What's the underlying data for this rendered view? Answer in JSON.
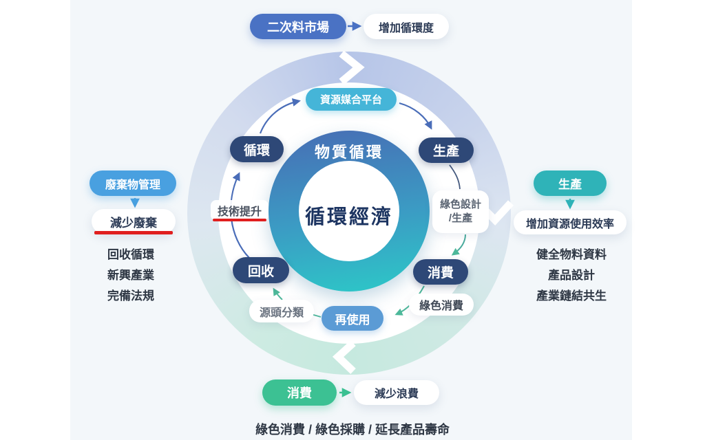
{
  "colors": {
    "background": "#f3f7fa",
    "indigo_pill": "#4a72c4",
    "skyblue_pill": "#49a0e0",
    "teal_pill": "#2fb3b8",
    "green_pill": "#3cc193",
    "cyan_pill": "#45b5d8",
    "navy_pill": "#2e4877",
    "blue_pill": "#5b9bd5",
    "core_text": "#1c3461",
    "underline": "#e01f1f"
  },
  "top_flow": {
    "source": "二次料市場",
    "result": "增加循環度"
  },
  "left_flow": {
    "source": "廢棄物管理",
    "result": "減少廢棄",
    "items": [
      "回收循環",
      "新興產業",
      "完備法規"
    ]
  },
  "right_flow": {
    "source": "生產",
    "result": "增加資源使用效率",
    "items": [
      "健全物料資料",
      "產品設計",
      "產業鏈結共生"
    ]
  },
  "bottom_flow": {
    "source": "消費",
    "result": "減少浪費",
    "note": "綠色消費 / 綠色採購 / 延長產品壽命"
  },
  "center": {
    "ring_label": "物質循環",
    "core_label": "循環經濟"
  },
  "cycle": {
    "circulate": "循環",
    "produce": "生產",
    "consume": "消費",
    "recycle": "回收",
    "reuse": "再使用",
    "platform": "資源媒合平台",
    "design_line1": "綠色設計",
    "design_line2": "/生產",
    "green_consumption": "綠色消費",
    "source_separation": "源頭分類",
    "tech_upgrade": "技術提升"
  }
}
